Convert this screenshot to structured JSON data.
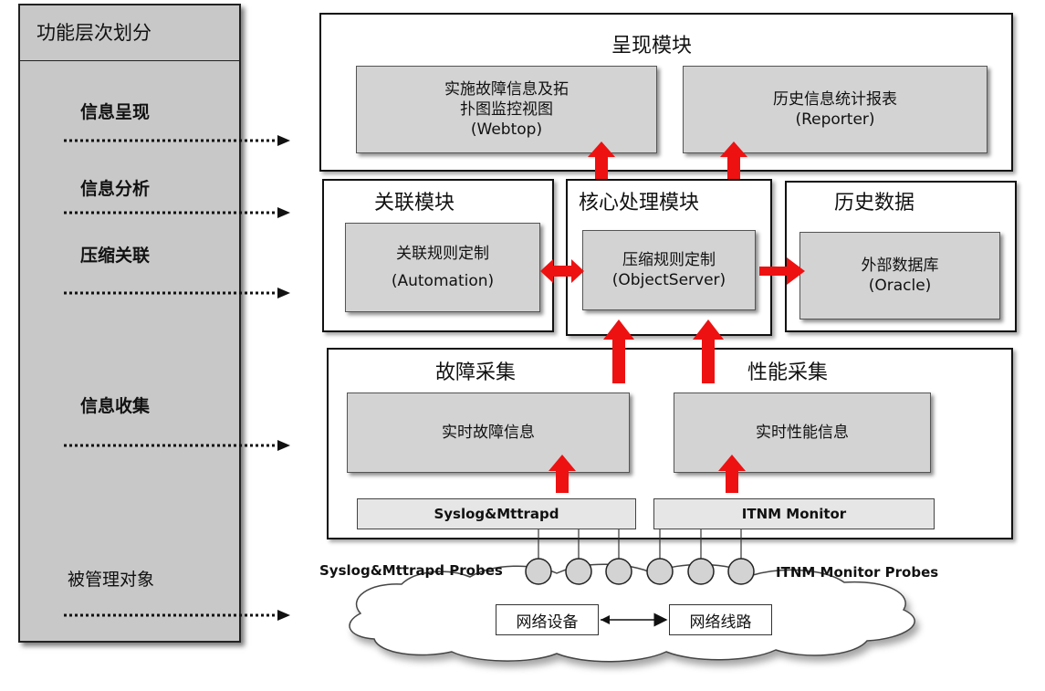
{
  "sidebar": {
    "title": "功能层次划分",
    "layers": [
      "信息呈现",
      "信息分析",
      "压缩关联",
      "信息收集",
      "被管理对象"
    ]
  },
  "presentation": {
    "title": "呈现模块",
    "webtop": {
      "line1": "实施故障信息及拓",
      "line2": "扑图监控视图",
      "line3": "(Webtop)"
    },
    "reporter": {
      "line1": "历史信息统计报表",
      "line2": "(Reporter)"
    }
  },
  "correlation": {
    "title": "关联模块",
    "line1": "关联规则定制",
    "line2": "(Automation)"
  },
  "core": {
    "title": "核心处理模块",
    "line1": "压缩规则定制",
    "line2": "(ObjectServer)"
  },
  "history": {
    "title": "历史数据",
    "line1": "外部数据库",
    "line2": "(Oracle)"
  },
  "collection": {
    "fault_title": "故障采集",
    "perf_title": "性能采集",
    "fault_box": "实时故障信息",
    "perf_box": "实时性能信息",
    "fault_bar": "Syslog&Mttrapd",
    "perf_bar": "ITNM Monitor"
  },
  "probes": {
    "left_label": "Syslog&Mttrapd Probes",
    "right_label": "ITNM Monitor Probes"
  },
  "network": {
    "device": "网络设备",
    "line": "网络线路"
  },
  "colors": {
    "arrow": "#ee1111",
    "box_fill": "#d3d3d3",
    "sidebar_fill": "#c8c8c8"
  }
}
